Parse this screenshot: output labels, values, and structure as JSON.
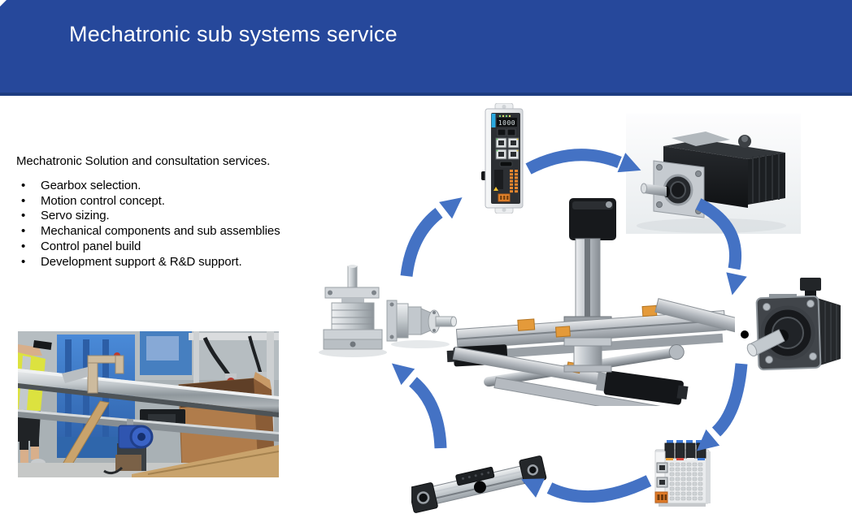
{
  "header": {
    "title": "Mechatronic sub systems service",
    "background_color": "#26489B",
    "border_color": "#1D3C80",
    "title_color": "#FFFFFF"
  },
  "content": {
    "intro": "Mechatronic Solution and consultation services.",
    "bullet_char": "•",
    "bullets": [
      "Gearbox selection.",
      "Motion control concept.",
      "Servo sizing.",
      "Mechanical components and sub assemblies",
      "Control panel build",
      "Development support & R&D support."
    ],
    "text_color": "#000000"
  },
  "diagram": {
    "arrow_color": "#4472C4",
    "drive_display": "1000",
    "components": [
      "servo-drive",
      "integrated-servo-motor",
      "servo-motor",
      "plc-controller",
      "linear-actuator",
      "planetary-gearboxes",
      "xyz-gantry-system"
    ],
    "arrows": [
      "gearbox-to-drive",
      "drive-to-motor",
      "motor-to-servo-motor",
      "servo-motor-to-plc",
      "plc-to-actuator",
      "actuator-to-gearbox"
    ]
  },
  "photo": {
    "name": "assembly-line-workshop-photo"
  }
}
